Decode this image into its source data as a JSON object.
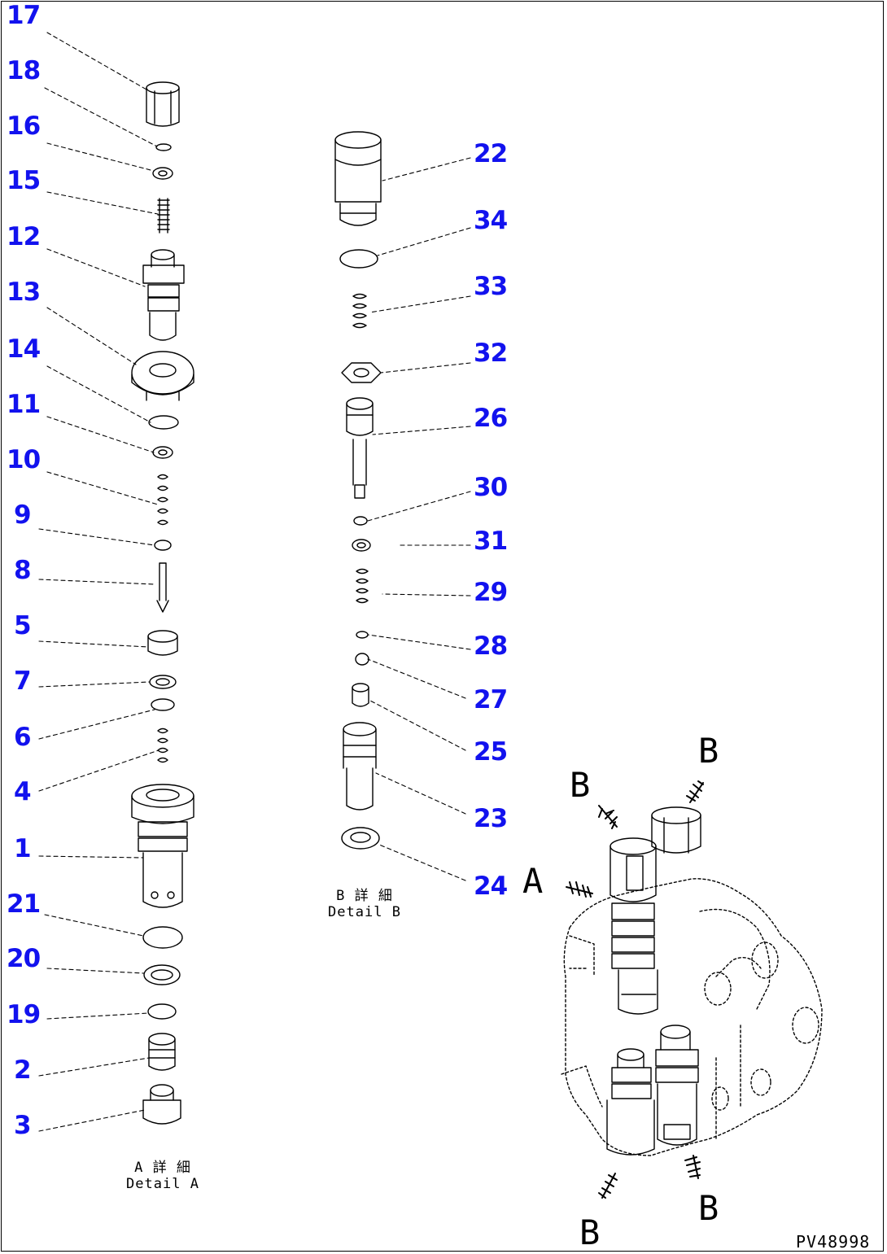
{
  "callouts_detail_a": [
    "17",
    "18",
    "16",
    "15",
    "12",
    "13",
    "14",
    "11",
    "10",
    "9",
    "8",
    "5",
    "7",
    "6",
    "4",
    "1",
    "21",
    "20",
    "19",
    "2",
    "3"
  ],
  "callouts_detail_b": [
    "22",
    "34",
    "33",
    "32",
    "26",
    "30",
    "31",
    "29",
    "28",
    "27",
    "25",
    "23",
    "24"
  ],
  "detail_a_caption": {
    "line1": "A 詳 細",
    "line2": "Detail A"
  },
  "detail_b_caption": {
    "line1": "B 詳 細",
    "line2": "Detail B"
  },
  "view_arrows": {
    "a": "A",
    "b": "B"
  },
  "drawing_number": "PV48998"
}
